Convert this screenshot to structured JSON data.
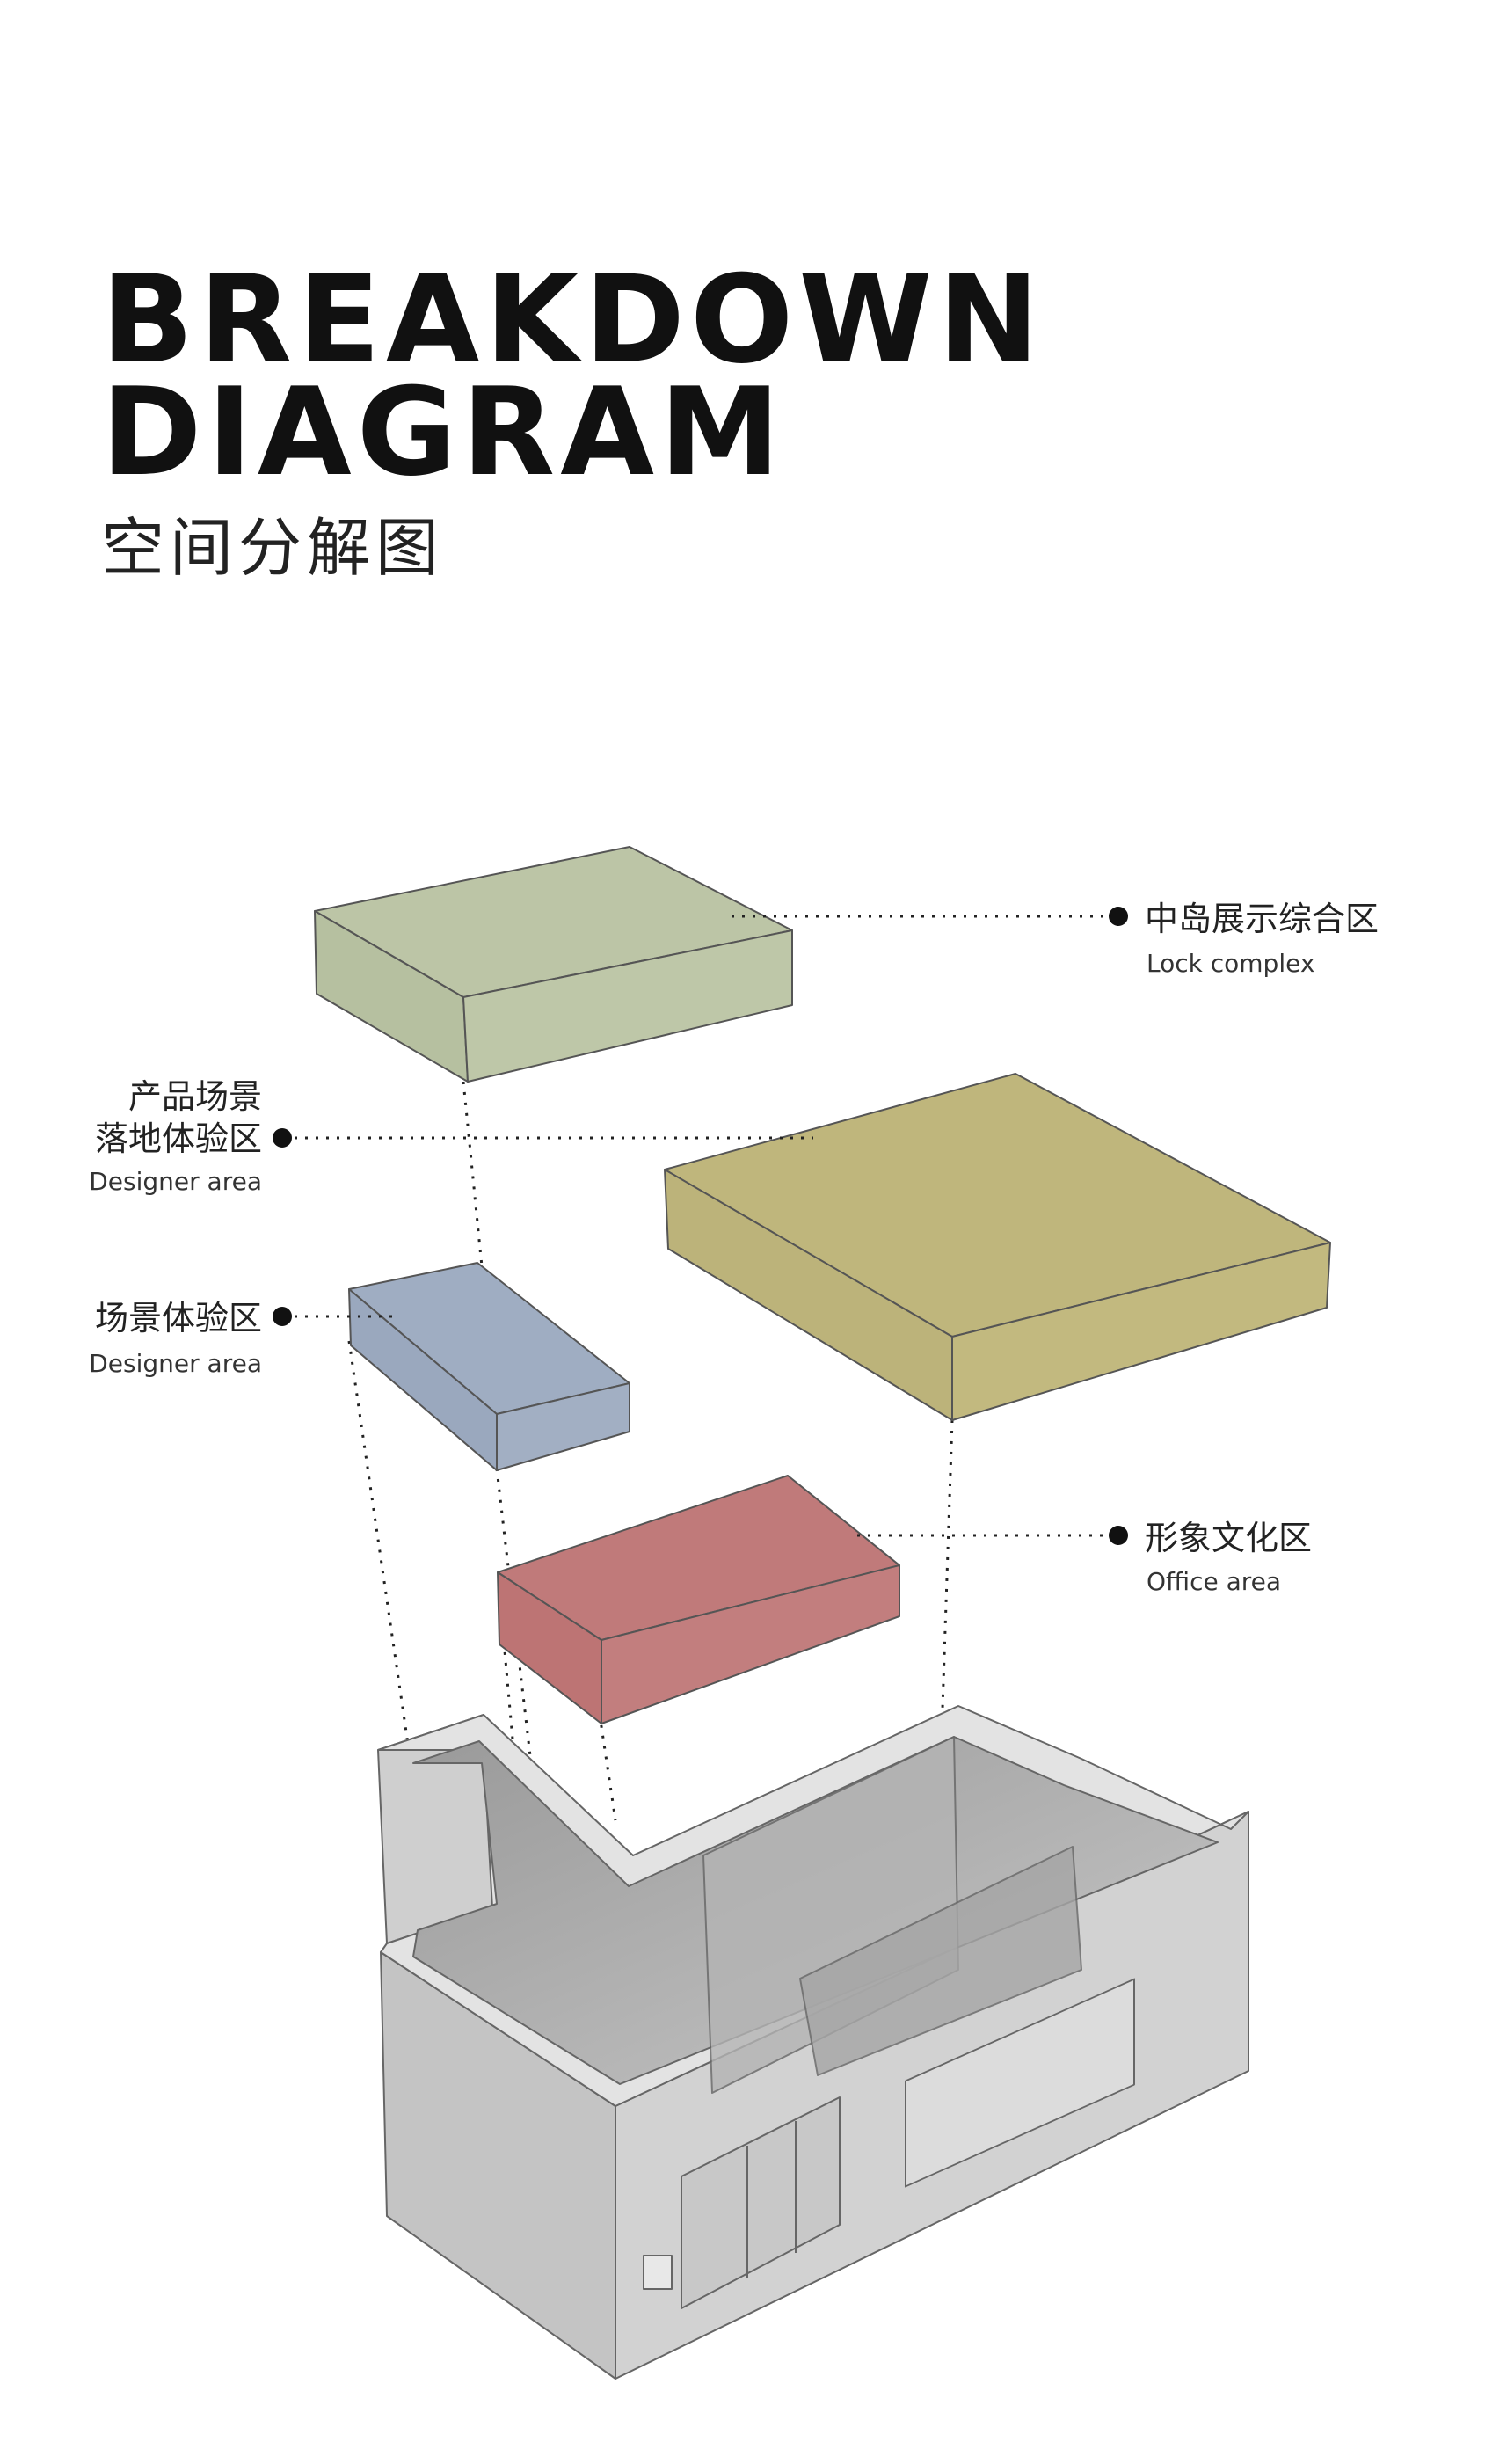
{
  "title": {
    "line1": "BREAKDOWN",
    "line2": "DIAGRAM",
    "subtitle": "空间分解图"
  },
  "labels": {
    "lock_complex": {
      "zh": "中岛展示综合区",
      "en": "Lock complex"
    },
    "designer_area_product": {
      "zh_line1": "产品场景",
      "zh_line2": "落地体验区",
      "en": "Designer area"
    },
    "designer_area_scene": {
      "zh": "场景体验区",
      "en": "Designer area"
    },
    "office_area": {
      "zh": "形象文化区",
      "en": "Office area"
    }
  },
  "colors": {
    "green_block": "#bcc5a6",
    "olive_block": "#bfb67c",
    "blue_block": "#9fadc2",
    "red_block": "#c07a7a",
    "model_wall": "#d4d4d4",
    "text": "#222222"
  }
}
